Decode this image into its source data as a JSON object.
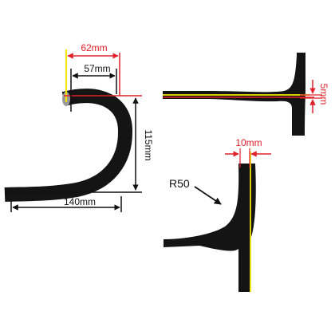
{
  "labels": {
    "reach_outer": "62mm",
    "reach_inner": "57mm",
    "drop": "115mm",
    "width": "140mm",
    "rise": "5mm",
    "offset": "10mm",
    "radius": "R50"
  },
  "colors": {
    "dimension_red": "#e0202a",
    "dimension_black": "#111111",
    "reference_yellow": "#f2e600",
    "bar_black": "#141414",
    "background": "#ffffff"
  }
}
